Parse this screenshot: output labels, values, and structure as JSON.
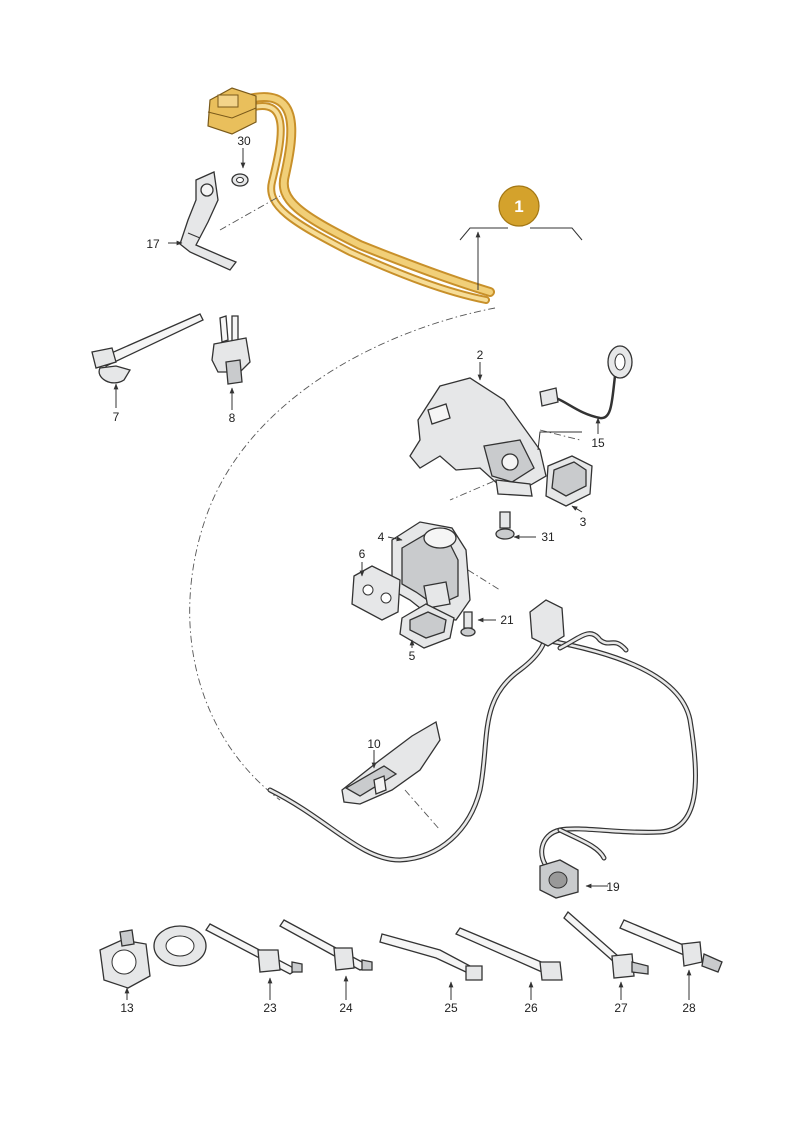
{
  "highlight": {
    "label": "1",
    "color": "#d4a22c",
    "text_color": "#ffffff"
  },
  "colors": {
    "line": "#333333",
    "part_fill": "#e6e7e8",
    "highlight_wire": "#e2b04a"
  },
  "callouts": [
    {
      "id": "c30",
      "label": "30"
    },
    {
      "id": "c17",
      "label": "17"
    },
    {
      "id": "c7",
      "label": "7"
    },
    {
      "id": "c8",
      "label": "8"
    },
    {
      "id": "c2",
      "label": "2"
    },
    {
      "id": "c15",
      "label": "15"
    },
    {
      "id": "c3",
      "label": "3"
    },
    {
      "id": "c4",
      "label": "4"
    },
    {
      "id": "c31",
      "label": "31"
    },
    {
      "id": "c6",
      "label": "6"
    },
    {
      "id": "c21",
      "label": "21"
    },
    {
      "id": "c5",
      "label": "5"
    },
    {
      "id": "c10",
      "label": "10"
    },
    {
      "id": "c19",
      "label": "19"
    },
    {
      "id": "c13",
      "label": "13"
    },
    {
      "id": "c23",
      "label": "23"
    },
    {
      "id": "c24",
      "label": "24"
    },
    {
      "id": "c25",
      "label": "25"
    },
    {
      "id": "c26",
      "label": "26"
    },
    {
      "id": "c27",
      "label": "27"
    },
    {
      "id": "c28",
      "label": "28"
    }
  ]
}
